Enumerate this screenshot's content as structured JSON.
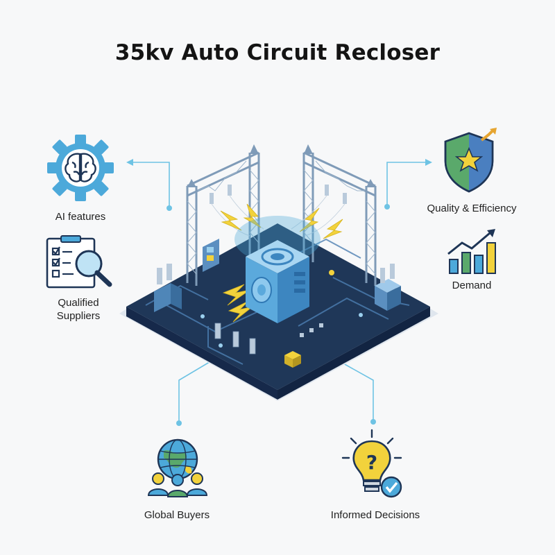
{
  "title": "35kv Auto Circuit Recloser",
  "features": {
    "ai": {
      "label": "AI features",
      "icon": "brain-gear-icon"
    },
    "suppliers": {
      "label_line1": "Qualified",
      "label_line2": "Suppliers",
      "icon": "checklist-magnifier-icon"
    },
    "quality": {
      "label": "Quality & Efficiency",
      "icon": "shield-star-icon"
    },
    "demand": {
      "label": "Demand",
      "icon": "bar-chart-growth-icon"
    },
    "buyers": {
      "label": "Global Buyers",
      "icon": "globe-people-icon"
    },
    "decisions": {
      "label": "Informed Decisions",
      "icon": "lightbulb-question-icon"
    }
  },
  "center": {
    "icon": "recloser-substation-icon"
  },
  "colors": {
    "platform": "#1e3556",
    "accent_blue": "#4aa8d8",
    "yellow": "#f2d23c",
    "connector": "#6ec3e4"
  }
}
